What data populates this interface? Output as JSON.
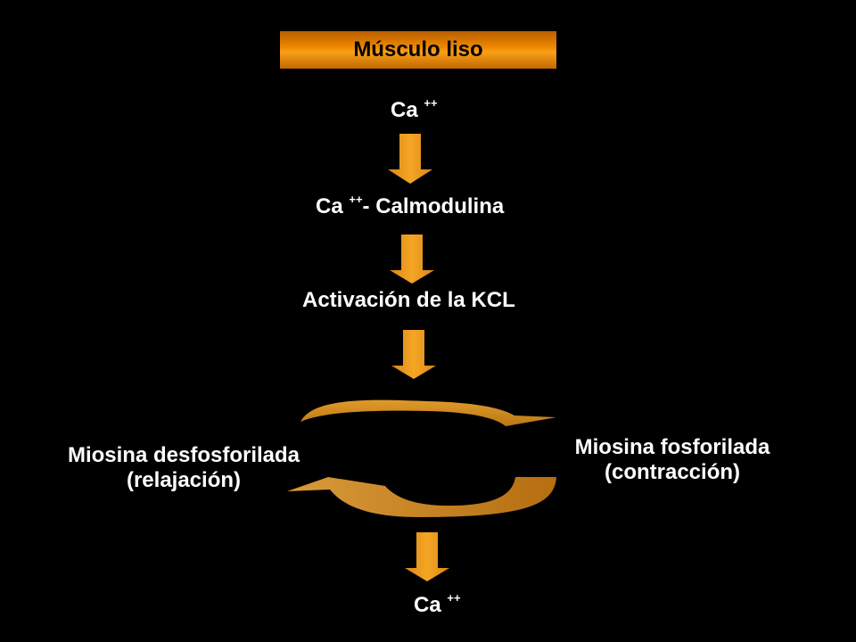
{
  "title": "Músculo liso",
  "nodes": {
    "ca_top": {
      "base": "Ca ",
      "sup": "++",
      "rest": ""
    },
    "ca_calmodulina": {
      "base": "Ca ",
      "sup": "++",
      "rest": "- Calmodulina"
    },
    "activacion": "Activación de la KCL",
    "ca_bottom": {
      "base": "Ca ",
      "sup": "++",
      "rest": ""
    }
  },
  "cycle": {
    "left": {
      "line1": "Miosina desfosforilada",
      "line2": "(relajación)"
    },
    "right": {
      "line1": "Miosina fosforilada",
      "line2": "(contracción)"
    }
  },
  "colors": {
    "arrow": "#f5a21f",
    "arrow_dark": "#c9781a",
    "title_bg": "#f28a00",
    "text": "#ffffff",
    "background": "#000000"
  }
}
